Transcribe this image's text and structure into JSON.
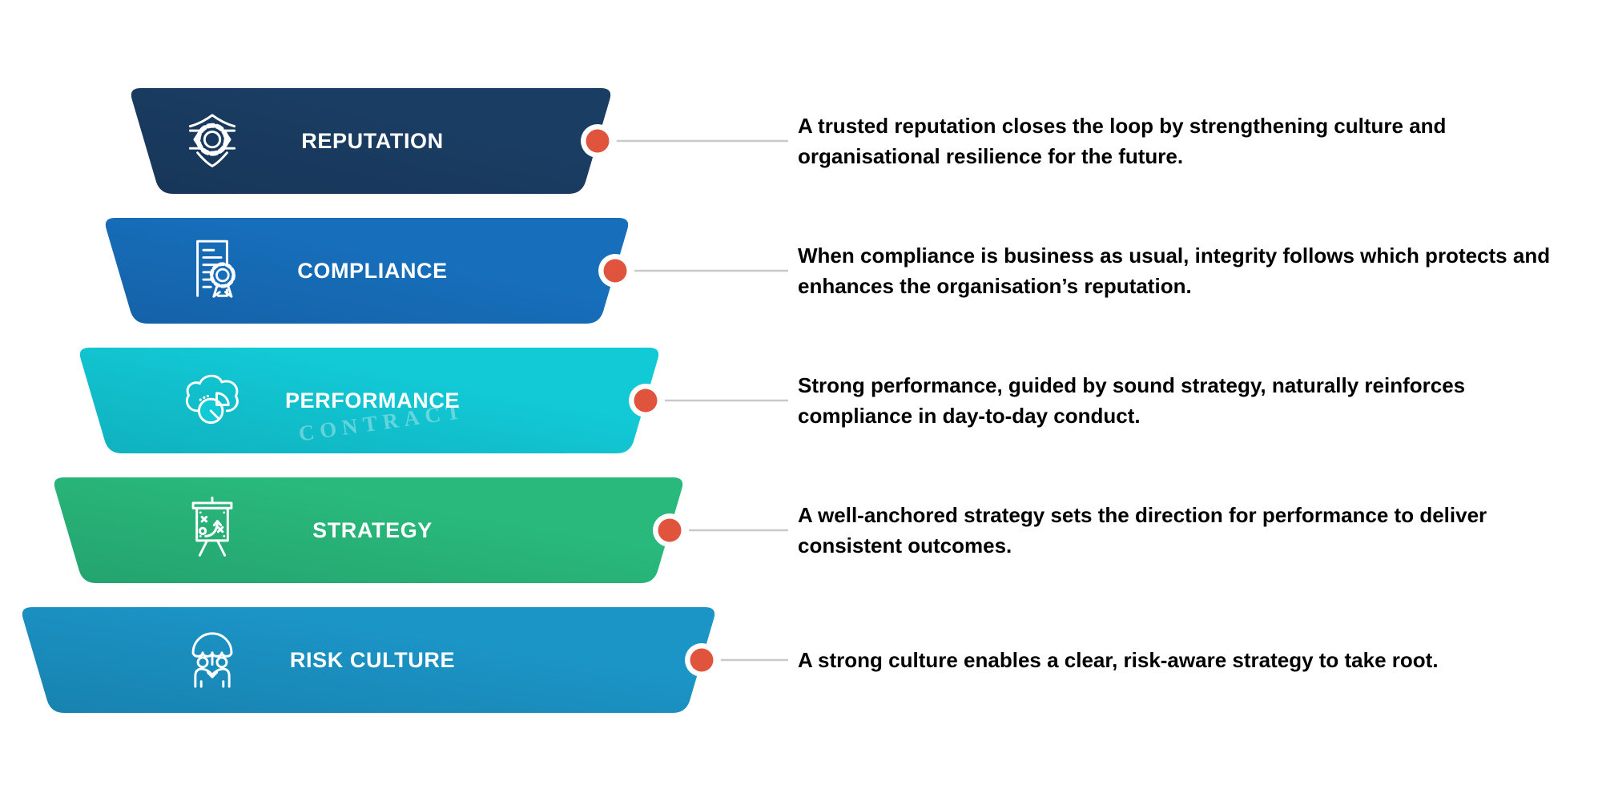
{
  "layers": [
    {
      "label": "REPUTATION",
      "color": "#1A3D63",
      "icon": "shield-gear-icon",
      "description_lines": [
        "A trusted reputation closes the loop by strengthening culture and",
        "organisational resilience for the future."
      ]
    },
    {
      "label": "COMPLIANCE",
      "color": "#176FBC",
      "icon": "certificate-document-icon",
      "description_lines": [
        "When compliance is business as usual, integrity follows which protects and",
        "enhances the organisation’s reputation."
      ]
    },
    {
      "label": "PERFORMANCE",
      "color": "#12C9D6",
      "icon": "cloud-pie-chart-icon",
      "description_lines": [
        "Strong performance, guided by sound strategy, naturally reinforces",
        "compliance in day-to-day conduct."
      ]
    },
    {
      "label": "STRATEGY",
      "color": "#29B97C",
      "icon": "tactics-board-icon",
      "description_lines": [
        "A well-anchored strategy sets the direction for performance to deliver",
        "consistent outcomes."
      ]
    },
    {
      "label": "RISK CULTURE",
      "color": "#1B94C6",
      "icon": "umbrella-people-icon",
      "description_lines": [
        "A strong culture enables a clear, risk-aware strategy to take root."
      ]
    }
  ],
  "connector": {
    "dot_color": "#E0543E",
    "dot_ring_color": "#FFFFFF",
    "line_color": "#C9C9C9"
  },
  "watermark_text": "CONTRACT"
}
